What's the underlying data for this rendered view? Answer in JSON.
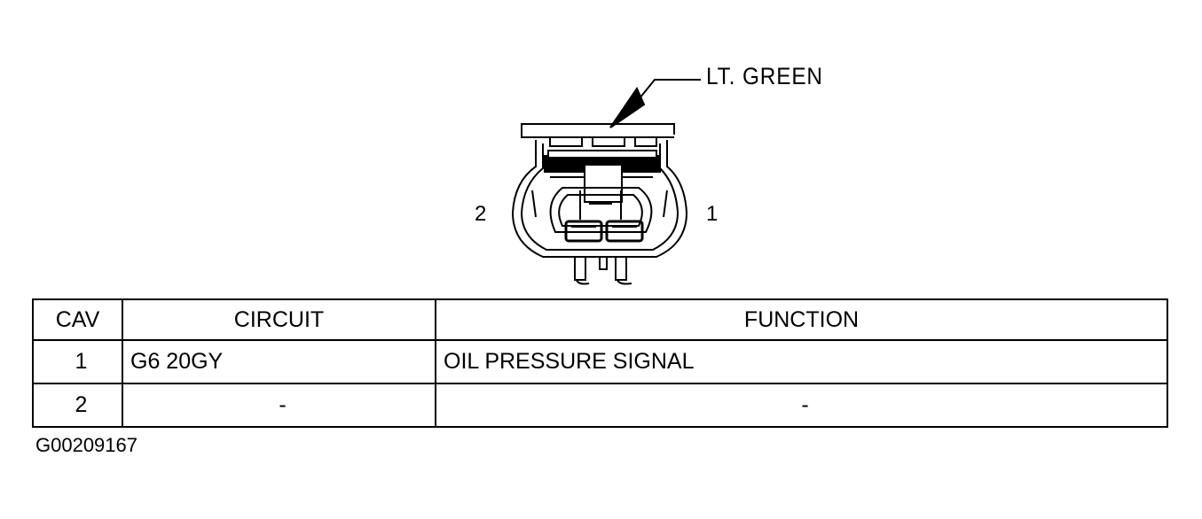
{
  "callout": {
    "label": "LT. GREEN"
  },
  "pins": {
    "left": "2",
    "right": "1"
  },
  "table": {
    "headers": {
      "cav": "CAV",
      "circuit": "CIRCUIT",
      "function": "FUNCTION"
    },
    "rows": [
      {
        "cav": "1",
        "circuit": "G6 20GY",
        "function": "OIL PRESSURE SIGNAL"
      },
      {
        "cav": "2",
        "circuit": "-",
        "function": "-"
      }
    ]
  },
  "figure_id": "G00209167"
}
